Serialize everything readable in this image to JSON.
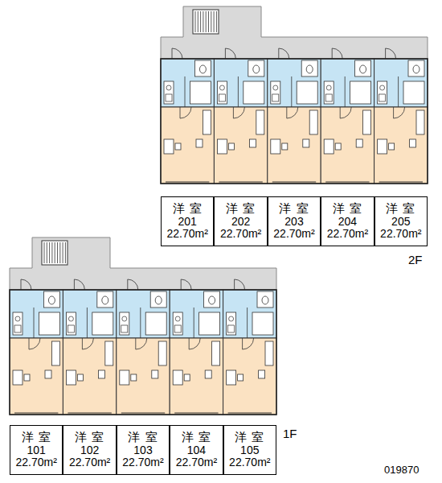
{
  "diagram": {
    "nodes": [
      {
        "text": [
          "洋 室",
          "201",
          "22.70m²"
        ]
      },
      {
        "text": [
          "洋 室",
          "202",
          "22.70m²"
        ]
      },
      {
        "text": [
          "洋 室",
          "203",
          "22.70m²"
        ]
      },
      {
        "text": [
          "洋 室",
          "204",
          "22.70m²"
        ]
      },
      {
        "text": [
          "洋 室",
          "205",
          "22.70m²"
        ]
      },
      {
        "text": [
          "洋 室",
          "101",
          "22.70m²"
        ]
      },
      {
        "text": [
          "洋 室",
          "102",
          "22.70m²"
        ]
      },
      {
        "text": [
          "洋 室",
          "103",
          "22.70m²"
        ]
      },
      {
        "text": [
          "洋 室",
          "104",
          "22.70m²"
        ]
      },
      {
        "text": [
          "洋 室",
          "105",
          "22.70m²"
        ]
      }
    ],
    "edges": [],
    "labels": [
      "2F",
      "1F",
      "019870"
    ]
  }
}
